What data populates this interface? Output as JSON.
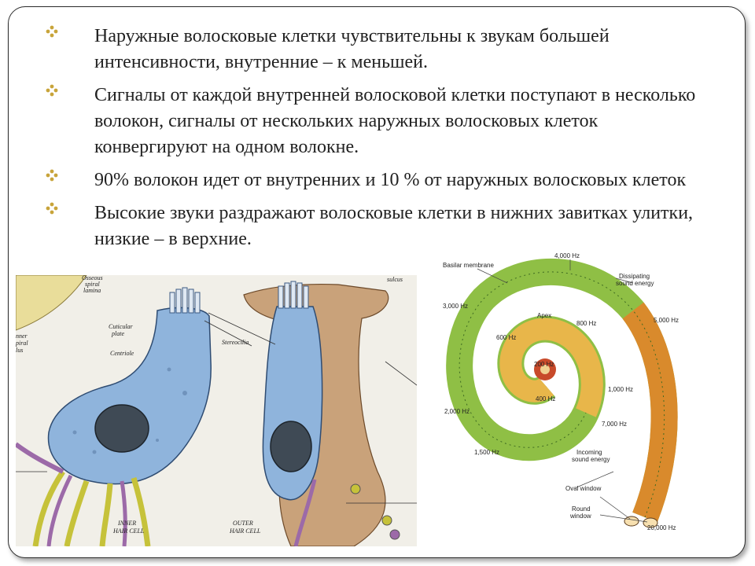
{
  "bullets": [
    "Наружные волосковые клетки чувствительны к звукам большей интенсивности, внутренние – к меньшей.",
    "Сигналы от каждой внутренней волосковой клетки поступают в несколько волокон, сигналы от нескольких наружных волосковых клеток конвергируют на одном волокне.",
    "90% волокон идет от внутренних и 10 % от наружных волосковых клеток",
    "Высокие звуки раздражают волосковые клетки в нижних завитках улитки, низкие – в верхние."
  ],
  "hair_cell_figure": {
    "labels": {
      "osseous": "Osseous",
      "spiral": "spiral",
      "lamina": "lamina",
      "cuticular": "Cuticular",
      "plate": "plate",
      "centriole": "Centriole",
      "stereocilia": "Stereocilia",
      "sulcus": "sulcus",
      "inner_hair_cell_1": "INNER",
      "inner_hair_cell_2": "HAIR CELL",
      "outer_hair_cell_1": "OUTER",
      "outer_hair_cell_2": "HAIR CELL",
      "edge_inner": "nner",
      "edge_spiral": "piral",
      "edge_lus": "lus"
    }
  },
  "cochlea_figure": {
    "labels": {
      "basilar_membrane": "Basilar membrane",
      "f4000": "4,000 Hz",
      "dissipating_1": "Dissipating",
      "dissipating_2": "sound energy",
      "f3000": "3,000 Hz",
      "apex": "Apex",
      "f800": "800 Hz",
      "f5000": "5,000 Hz",
      "f600": "600 Hz",
      "f200": "200 Hz",
      "f400": "400 Hz",
      "f1000": "1,000 Hz",
      "f2000": "2,000 Hz",
      "f7000": "7,000 Hz",
      "f1500": "1,500 Hz",
      "incoming_1": "Incoming",
      "incoming_2": "sound energy",
      "oval_window": "Oval window",
      "round_1": "Round",
      "round_2": "window",
      "f20000": "20,000 Hz"
    }
  },
  "colors": {
    "bullet_marker": "#c8a43a",
    "cell_blue": "#8fb4dc",
    "nucleus": "#3f4a55",
    "nerve_yellow": "#c6c23a",
    "nerve_purple": "#9c6aa8",
    "support_brown": "#c9a27a",
    "cochlea_green": "#8fbf45",
    "cochlea_orange": "#d98a2c"
  }
}
